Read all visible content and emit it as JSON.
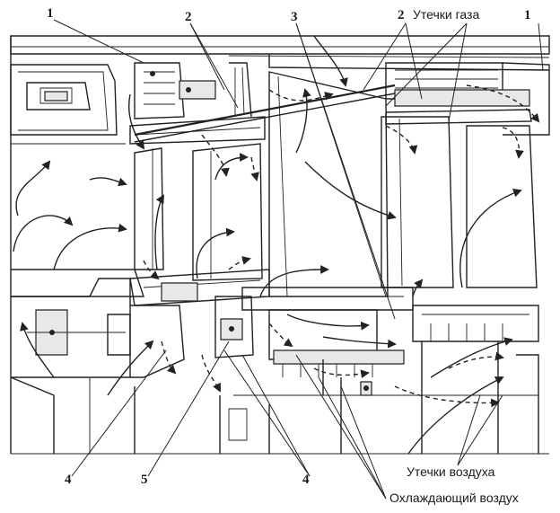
{
  "labels": {
    "n1_left": "1",
    "n2_top": "2",
    "n3_top": "3",
    "n2_right": "2",
    "gas_leaks": "Утечки газа",
    "n1_right": "1",
    "n4_left": "4",
    "n5": "5",
    "n4_center": "4",
    "air_leaks": "Утечки воздуха",
    "cooling_air": "Охлаждающий воздух"
  },
  "colors": {
    "ink": "#222222",
    "paper": "#ffffff"
  }
}
